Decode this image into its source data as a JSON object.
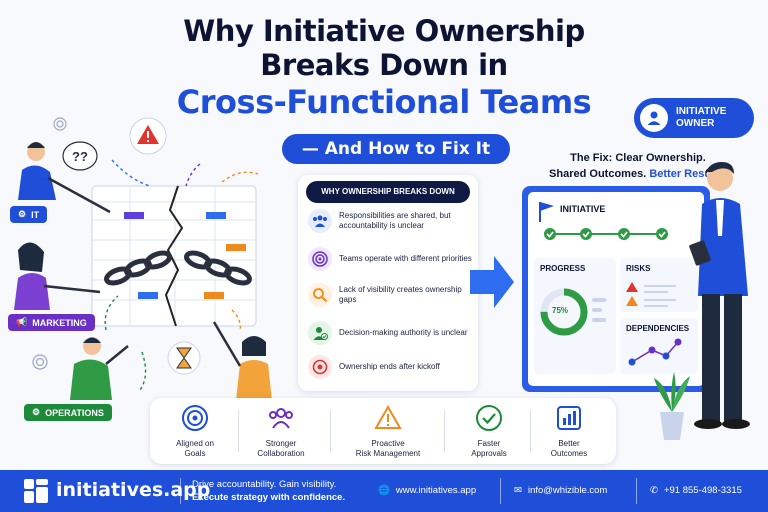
{
  "title": {
    "line1": "Why Initiative Ownership",
    "line2": "Breaks Down in",
    "accent": "Cross-Functional Teams",
    "subtitle": "— And How to Fix It"
  },
  "owner_badge": {
    "line1": "INITIATIVE",
    "line2": "OWNER"
  },
  "left_art": {
    "question": "??",
    "departments": [
      {
        "label": "IT",
        "icon": "gear-icon",
        "color": "#1f4fd8"
      },
      {
        "label": "MARKETING",
        "icon": "megaphone-icon",
        "color": "#6a2fc4"
      },
      {
        "label": "OPERATIONS",
        "icon": "gear-icon",
        "color": "#1c8a3a"
      }
    ]
  },
  "reasons": {
    "heading": "WHY OWNERSHIP BREAKS DOWN",
    "items": [
      {
        "text": "Responsibilities are shared, but accountability is unclear",
        "icon": "people-icon",
        "color": "#1f4fd8"
      },
      {
        "text": "Teams operate with different priorities",
        "icon": "target-icon",
        "color": "#6a2fc4"
      },
      {
        "text": "Lack of visibility creates ownership gaps",
        "icon": "magnifier-icon",
        "color": "#f08a1c"
      },
      {
        "text": "Decision-making authority is unclear",
        "icon": "user-check-icon",
        "color": "#1c8a3a"
      },
      {
        "text": "Ownership ends after kickoff",
        "icon": "stop-icon",
        "color": "#e0342f"
      }
    ]
  },
  "fix": {
    "line1": "The Fix: Clear Ownership.",
    "line2a": "Shared Outcomes.",
    "line2b": "Better Results."
  },
  "dashboard": {
    "initiative_label": "INITIATIVE",
    "progress_label": "PROGRESS",
    "progress_value": "75%",
    "progress_fraction": 0.75,
    "risks_label": "RISKS",
    "dependencies_label": "DEPENDENCIES"
  },
  "benefits": [
    {
      "line1": "Aligned on",
      "line2": "Goals",
      "icon": "target-icon",
      "color": "#1f4fd8"
    },
    {
      "line1": "Stronger",
      "line2": "Collaboration",
      "icon": "people-icon",
      "color": "#6a2fc4"
    },
    {
      "line1": "Proactive",
      "line2": "Risk Management",
      "icon": "warning-icon",
      "color": "#f08a1c"
    },
    {
      "line1": "Faster",
      "line2": "Approvals",
      "icon": "check-circle-icon",
      "color": "#1c8a3a"
    },
    {
      "line1": "Better",
      "line2": "Outcomes",
      "icon": "bar-chart-icon",
      "color": "#1f4fd8"
    }
  ],
  "footer": {
    "brand": "initiatives.app",
    "tagline1": "Drive accountability. Gain visibility.",
    "tagline2": "Execute strategy with confidence.",
    "website": "www.initiatives.app",
    "email": "info@whizible.com",
    "phone": "+91 855-498-3315"
  }
}
